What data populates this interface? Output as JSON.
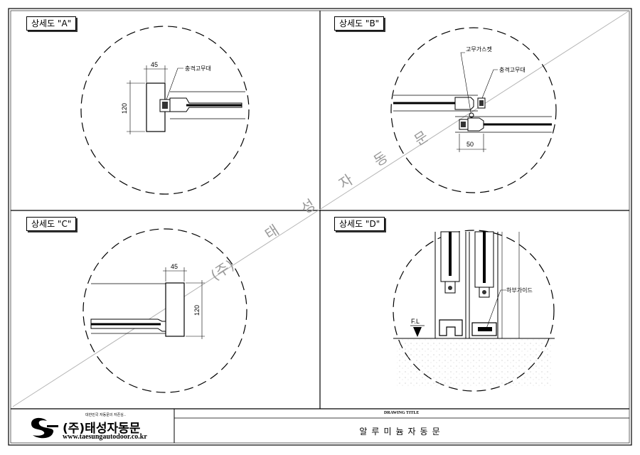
{
  "panels": [
    {
      "label": "상세도 \"A\"",
      "dimensions": [
        "45",
        "120"
      ],
      "notes": [
        "충격고무대"
      ]
    },
    {
      "label": "상세도 \"B\"",
      "dimensions": [
        "50"
      ],
      "notes": [
        "고무가스켓",
        "충격고무대"
      ]
    },
    {
      "label": "상세도 \"C\"",
      "dimensions": [
        "45",
        "120"
      ],
      "notes": []
    },
    {
      "label": "상세도 \"D\"",
      "dimensions": [],
      "notes": [
        "하부가이드",
        "F.L"
      ]
    }
  ],
  "watermark": [
    "(주)",
    "태",
    "성",
    "자",
    "동",
    "문"
  ],
  "title_block": {
    "slogan": "대한민국 자동문의 자존심..",
    "company": "(주)태성자동문",
    "url": "www.taesungautodoor.co.kr",
    "drawing_title_label": "DRAWING TITLE",
    "drawing_title": "알루미늄자동문"
  },
  "colors": {
    "line": "#000000",
    "watermark": "#9a9a9a",
    "hatch": "#cccccc"
  }
}
